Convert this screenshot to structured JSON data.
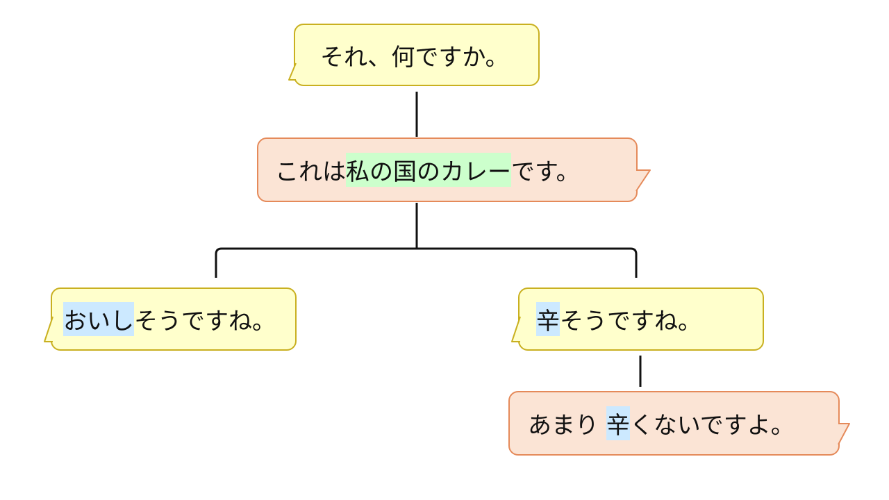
{
  "bubbles": {
    "question": {
      "text": "それ、何ですか。"
    },
    "answer": {
      "pre": "これは",
      "highlight": "私の国のカレー",
      "post": "です。"
    },
    "delicious": {
      "highlight": "おいし",
      "post": "そうですね。"
    },
    "spicy": {
      "highlight": "辛",
      "post": "そうですね。"
    },
    "not_spicy": {
      "pre": "あまり ",
      "highlight": "辛",
      "post": "くないですよ。"
    }
  },
  "colors": {
    "yellow_fill": "#ffffcc",
    "yellow_border": "#c9b020",
    "pink_fill": "#fbe4d5",
    "pink_border": "#e58a5a",
    "highlight_green": "#ccffcc",
    "highlight_blue": "#cce9ff",
    "connector": "#111111"
  }
}
